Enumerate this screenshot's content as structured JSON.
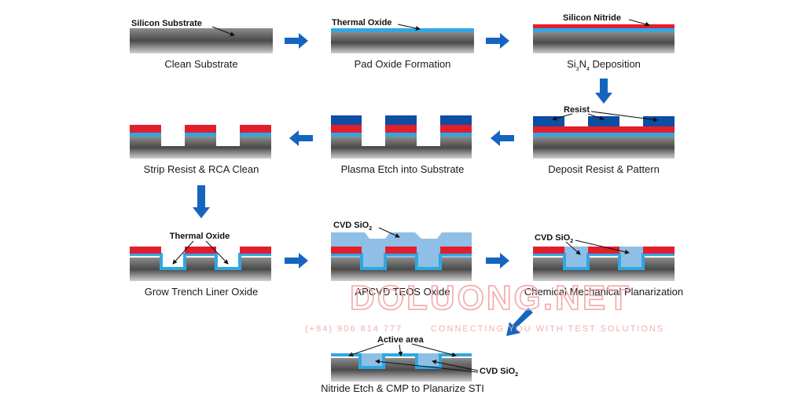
{
  "colors": {
    "nitride": "#e31e2c",
    "oxide": "#2fa8e1",
    "resist": "#0b4ea2",
    "cvd_oxide": "#8fbfe6",
    "arrow": "#1565c0",
    "watermark": "#f2a8a8"
  },
  "steps": [
    {
      "caption": "Clean Substrate",
      "labels": [
        "Silicon Substrate"
      ]
    },
    {
      "caption": "Pad Oxide Formation",
      "labels": [
        "Thermal Oxide"
      ]
    },
    {
      "caption_pre": "Si",
      "caption_sub1": "3",
      "caption_mid": "N",
      "caption_sub2": "4",
      "caption_post": " Deposition",
      "labels": [
        "Silicon Nitride"
      ]
    },
    {
      "caption": "Deposit Resist & Pattern",
      "labels": [
        "Resist"
      ]
    },
    {
      "caption": "Plasma Etch into Substrate",
      "labels": []
    },
    {
      "caption": "Strip Resist & RCA Clean",
      "labels": []
    },
    {
      "caption": "Grow Trench Liner Oxide",
      "labels": [
        "Thermal Oxide"
      ]
    },
    {
      "caption": "APCVD TEOS Oxide",
      "label_pre": "CVD SiO",
      "label_sub": "2"
    },
    {
      "caption": "Chemical Mechanical Planarization",
      "label_pre": "CVD SiO",
      "label_sub": "2"
    },
    {
      "caption": "Nitride Etch & CMP to Planarize STI",
      "labels": [
        "Active area"
      ],
      "label_pre": "CVD SiO",
      "label_sub": "2"
    }
  ],
  "watermark": {
    "brand": "DOLUONG.NET",
    "phone": "(+84) 906 814 777",
    "tagline": "CONNECTING YOU WITH TEST SOLUTIONS"
  }
}
